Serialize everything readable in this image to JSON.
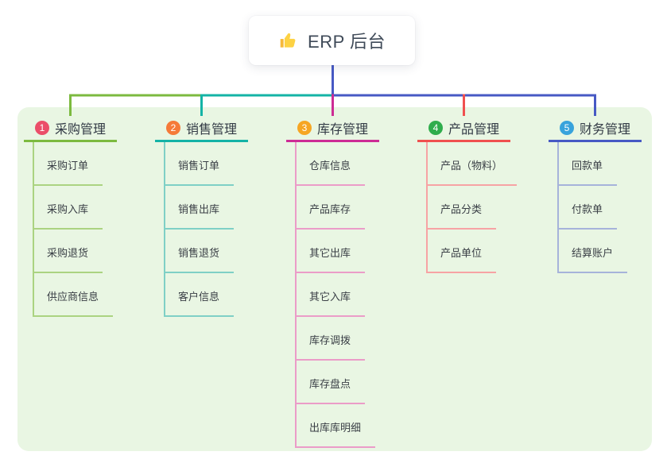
{
  "canvas": {
    "background": "#ffffff",
    "panel_background": "#e9f6e3",
    "root_connector_color": "#4759c4",
    "root_text_color": "#3f4a58"
  },
  "root": {
    "label": "ERP 后台",
    "icon": "thumbs-up-icon",
    "icon_color": "#fdd243"
  },
  "branches": [
    {
      "badge": "1",
      "badge_color": "#eb4e69",
      "line_color": "#7cba3f",
      "child_line_color": "#abd381",
      "label": "采购管理",
      "children": [
        "采购订单",
        "采购入库",
        "采购退货",
        "供应商信息"
      ]
    },
    {
      "badge": "2",
      "badge_color": "#f57a39",
      "line_color": "#14b3a6",
      "child_line_color": "#7fd0c6",
      "label": "销售管理",
      "children": [
        "销售订单",
        "销售出库",
        "销售退货",
        "客户信息"
      ]
    },
    {
      "badge": "3",
      "badge_color": "#f6a623",
      "line_color": "#cd2c95",
      "child_line_color": "#eb9cc8",
      "label": "库存管理",
      "children": [
        "仓库信息",
        "产品库存",
        "其它出库",
        "其它入库",
        "库存调拨",
        "库存盘点",
        "出库库明细"
      ]
    },
    {
      "badge": "4",
      "badge_color": "#2fad4c",
      "line_color": "#f0504f",
      "child_line_color": "#f7a3a4",
      "label": "产品管理",
      "children": [
        "产品（物料）",
        "产品分类",
        "产品单位"
      ]
    },
    {
      "badge": "5",
      "badge_color": "#38a3dc",
      "line_color": "#4759c4",
      "child_line_color": "#a6b3da",
      "label": "财务管理",
      "children": [
        "回款单",
        "付款单",
        "结算账户"
      ]
    }
  ]
}
